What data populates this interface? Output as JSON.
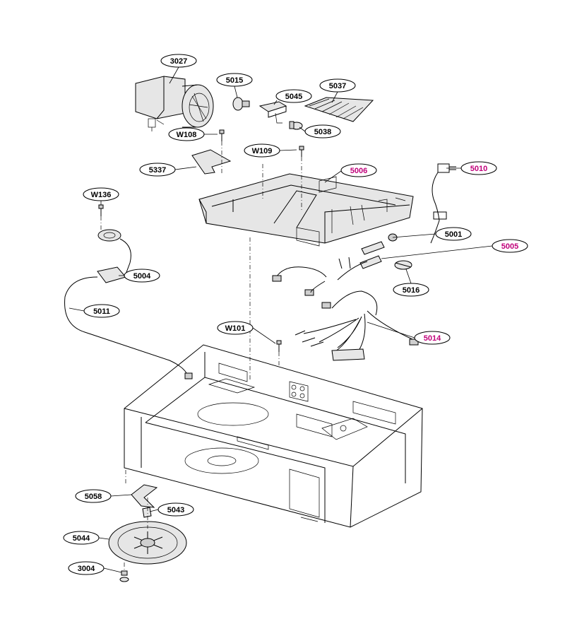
{
  "colors": {
    "standard_label": "#000000",
    "highlight_label": "#c0007a",
    "line": "#000000"
  },
  "callouts": {
    "c3027": "3027",
    "c5015": "5015",
    "c5045": "5045",
    "c5037": "5037",
    "cW108": "W108",
    "c5038": "5038",
    "cW109": "W109",
    "c5337": "5337",
    "c5006": "5006",
    "c5010": "5010",
    "cW136": "W136",
    "c5001": "5001",
    "c5005": "5005",
    "c5004": "5004",
    "c5016": "5016",
    "c5011": "5011",
    "cW101": "W101",
    "c5014": "5014",
    "c5058": "5058",
    "c5043": "5043",
    "c5044": "5044",
    "c3004": "3004"
  }
}
